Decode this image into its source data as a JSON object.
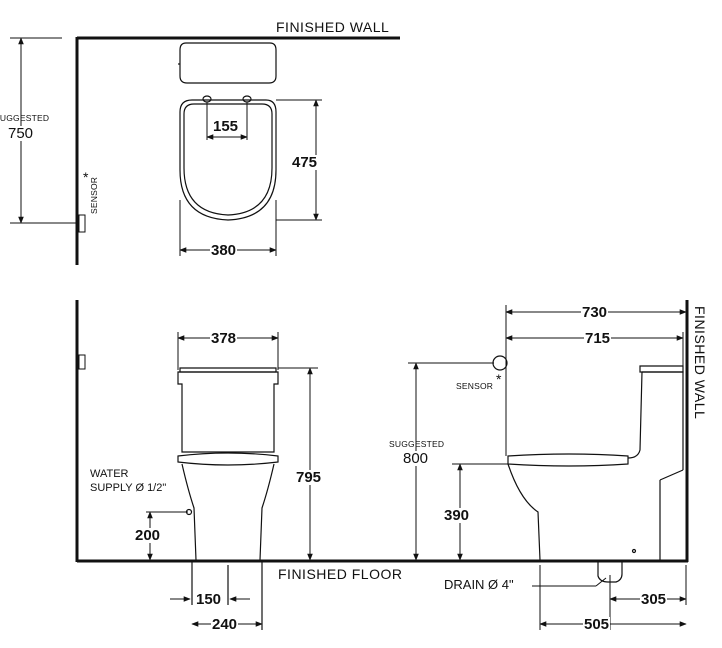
{
  "labels": {
    "finished_wall_top": "FINISHED  WALL",
    "finished_wall_side": "FINISHED  WALL",
    "finished_floor": "FINISHED  FLOOR",
    "suggested_top": "SUGGESTED",
    "suggested_750": "750",
    "sensor_top": "SENSOR",
    "sensor_side": "SENSOR",
    "sensor_star": "*",
    "suggested_side": "SUGGESTED",
    "suggested_800": "800",
    "water_supply_line1": "WATER",
    "water_supply_line2": "SUPPLY Ø 1/2\"",
    "drain": "DRAIN Ø 4\""
  },
  "dimensions": {
    "seat_hole_spacing": "155",
    "bowl_length": "475",
    "bowl_width": "380",
    "tank_width": "378",
    "front_height": "795",
    "supply_height": "200",
    "supply_offset_150": "150",
    "supply_offset_240": "240",
    "overall_depth": "730",
    "tank_to_front": "715",
    "seat_height": "390",
    "drain_to_front": "505",
    "drain_to_wall": "305"
  }
}
